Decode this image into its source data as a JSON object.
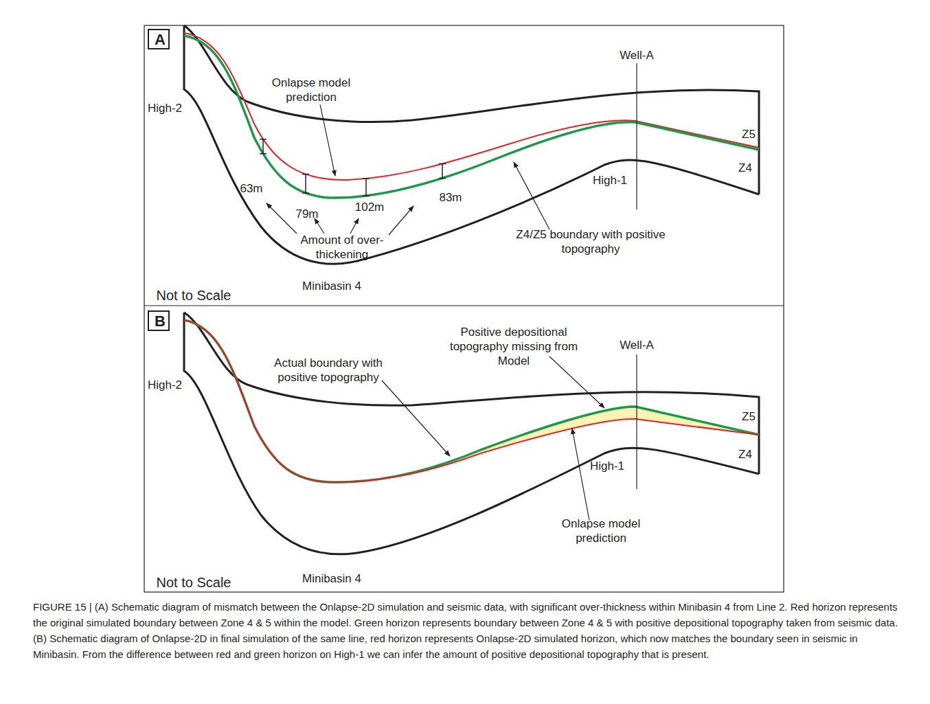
{
  "diagram": {
    "caption": "FIGURE 15 | (A) Schematic diagram of mismatch between the Onlapse-2D simulation and seismic data, with significant over-thickness within Minibasin 4 from Line 2. Red horizon represents the original simulated boundary between Zone 4 & 5 within the model. Green horizon represents boundary between Zone 4 & 5 with positive depositional topography taken from seismic data. (B) Schematic diagram of Onlapse-2D in final simulation of the same line, red horizon represents Onlapse-2D simulated horizon, which now matches the boundary seen in seismic in Minibasin. From the difference between red and green horizon on High-1 we can infer the amount of positive depositional topography that is present.",
    "nodes": [
      {
        "text": [
          "A"
        ]
      },
      {
        "text": [
          "B"
        ]
      }
    ],
    "labels": [
      "Onlapse model prediction",
      "High-2",
      "Well-A",
      "Z5",
      "Z4",
      "63m",
      "79m",
      "102m",
      "83m",
      "Amount of over-thickening",
      "Z4/Z5 boundary with positive topography",
      "High-1",
      "Not to Scale",
      "Minibasin 4",
      "High-2",
      "Actual boundary with positive topography",
      "Positive depositional topography missing from Model",
      "Well-A",
      "Z5",
      "Z4",
      "High-1",
      "Onlapse model prediction",
      "Not to Scale",
      "Minibasin 4"
    ]
  }
}
